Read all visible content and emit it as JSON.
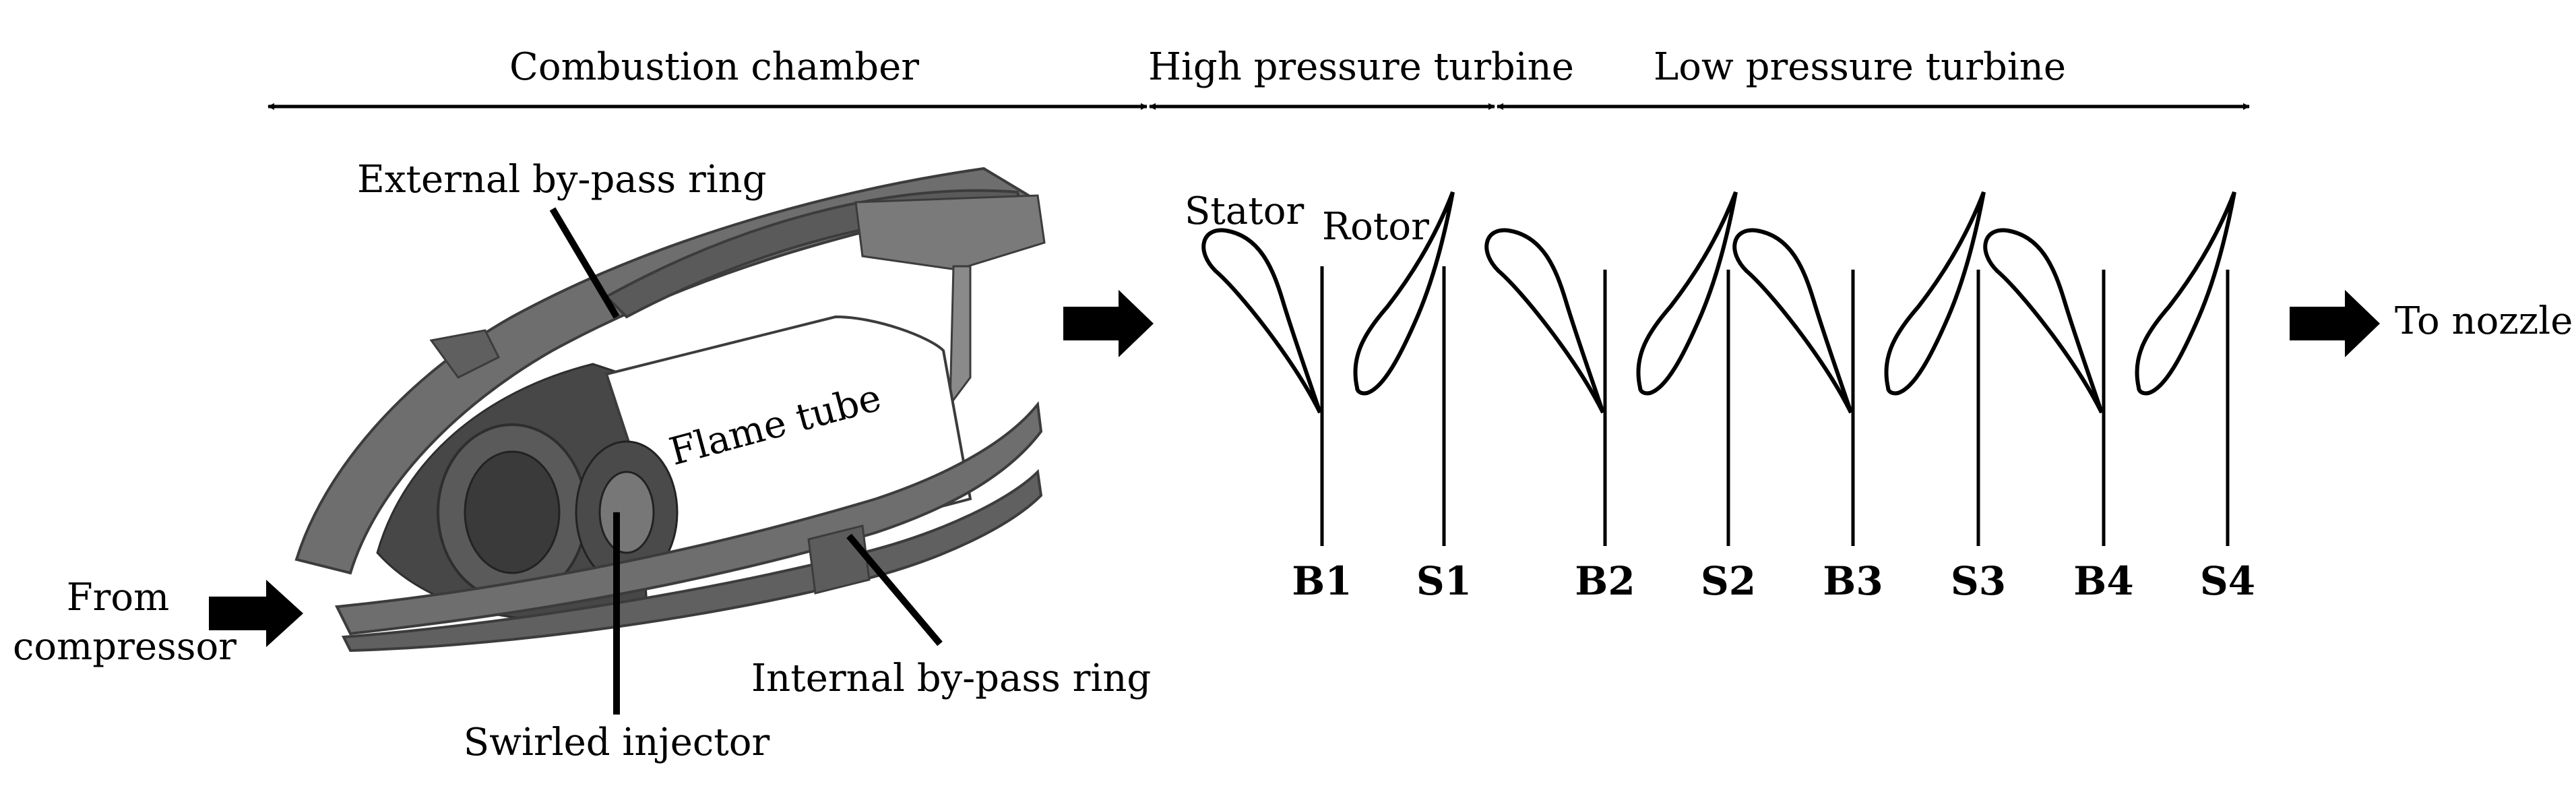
{
  "sections": {
    "combustion": "Combustion chamber",
    "hp_turbine": "High pressure turbine",
    "lp_turbine": "Low pressure turbine"
  },
  "combustor_labels": {
    "external_bypass": "External by-pass ring",
    "flame_tube": "Flame tube",
    "internal_bypass": "Internal by-pass ring",
    "swirled_injector": "Swirled injector",
    "from_compressor_line1": "From",
    "from_compressor_line2": "compressor"
  },
  "turbine_labels": {
    "stator": "Stator",
    "rotor": "Rotor",
    "to_nozzle": "To nozzle"
  },
  "stations": [
    "B1",
    "S1",
    "B2",
    "S2",
    "B3",
    "S3",
    "B4",
    "S4"
  ],
  "colors": {
    "ink": "#000000",
    "combustor_fill": "#6e6e6e",
    "combustor_dark": "#3c3c3c"
  }
}
